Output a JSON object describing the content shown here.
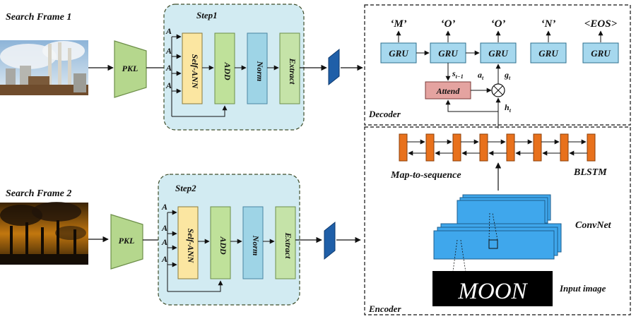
{
  "frame1": {
    "title": "Search Frame 1",
    "pkl": "PKL",
    "step": "Step1",
    "inputs": [
      "A",
      "A",
      "A",
      "A"
    ],
    "blocks": [
      "Self-ANN",
      "ADD",
      "Norm",
      "Extract"
    ]
  },
  "frame2": {
    "title": "Search Frame 2",
    "pkl": "PKL",
    "step": "Step2",
    "inputs": [
      "A",
      "A",
      "A",
      "A"
    ],
    "blocks": [
      "Self-ANN",
      "ADD",
      "Norm",
      "Extract"
    ]
  },
  "decoder": {
    "label": "Decoder",
    "outputs": [
      "‘M’",
      "‘O’",
      "‘O’",
      "‘N’",
      "<EOS>"
    ],
    "gru": [
      "GRU",
      "GRU",
      "GRU",
      "GRU",
      "GRU"
    ],
    "attend": "Attend",
    "otimes": "⊗",
    "s_base": "s",
    "s_sub": "t−1",
    "a_base": "a",
    "a_sub": "t",
    "g_base": "g",
    "g_sub": "t",
    "h_base": "h",
    "h_sub": "t"
  },
  "encoder": {
    "label": "Encoder",
    "map_to_sequence": "Map-to-sequence",
    "blstm": "BLSTM",
    "convnet": "ConvNet",
    "input_image_label": "Input image",
    "input_word": "MOON"
  },
  "colors": {
    "pkl": "#b5d78d",
    "step_bg": "#d2ebf2",
    "self_ann": "#fbe6a1",
    "add": "#bfe19a",
    "norm": "#9ed4e6",
    "extract": "#c5e3a8",
    "feature": "#1f5fa8",
    "gru": "#a6d8ee",
    "attend": "#e4a3a0",
    "blstm_cell": "#e8711c",
    "convnet": "#3fa7ec",
    "input_bg": "#000000"
  }
}
